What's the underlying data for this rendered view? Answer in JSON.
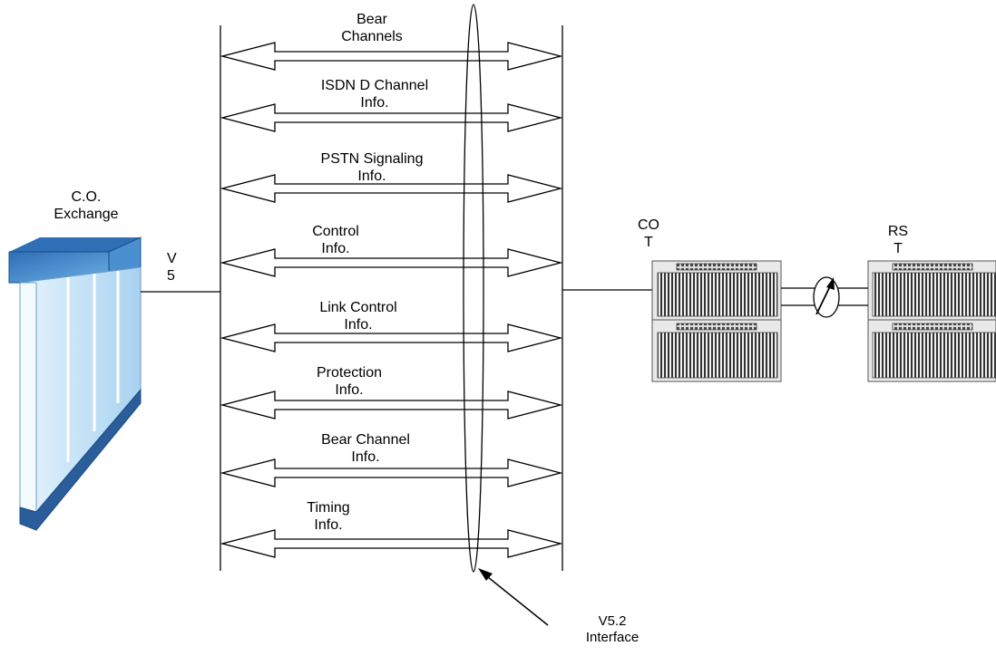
{
  "exchange": {
    "line1": "C.O.",
    "line2": "Exchange"
  },
  "v5_label": {
    "line1": "V",
    "line2": "5"
  },
  "channels": [
    {
      "line1": "Bear",
      "line2": "Channels"
    },
    {
      "line1": "ISDN D Channel",
      "line2": "Info."
    },
    {
      "line1": "PSTN Signaling",
      "line2": "Info."
    },
    {
      "line1": "Control",
      "line2": "Info."
    },
    {
      "line1": "Link Control",
      "line2": "Info."
    },
    {
      "line1": "Protection",
      "line2": "Info."
    },
    {
      "line1": "Bear Channel",
      "line2": "Info."
    },
    {
      "line1": "Timing",
      "line2": "Info."
    }
  ],
  "cot": {
    "line1": "CO",
    "line2": "T"
  },
  "rst": {
    "line1": "RS",
    "line2": "T"
  },
  "interface": {
    "line1": "V5.2",
    "line2": "Interface"
  },
  "colors": {
    "exchange_top": "#3b7fc4",
    "exchange_face": "#dbeefa",
    "exchange_base": "#2a5d9a",
    "rack_fill": "#e8e8e8",
    "line": "#000000"
  }
}
